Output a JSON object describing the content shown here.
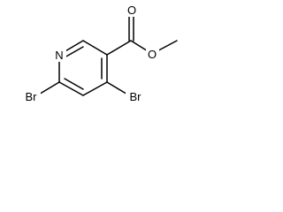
{
  "molecule": {
    "atoms": {
      "ring_nitrogen": "N",
      "carbonyl_oxygen": "O",
      "ester_oxygen": "O",
      "bromine_6": "Br",
      "bromine_4": "Br"
    },
    "colors": {
      "bond": "#000000",
      "label": "#000000",
      "background": "#ffffff"
    }
  }
}
